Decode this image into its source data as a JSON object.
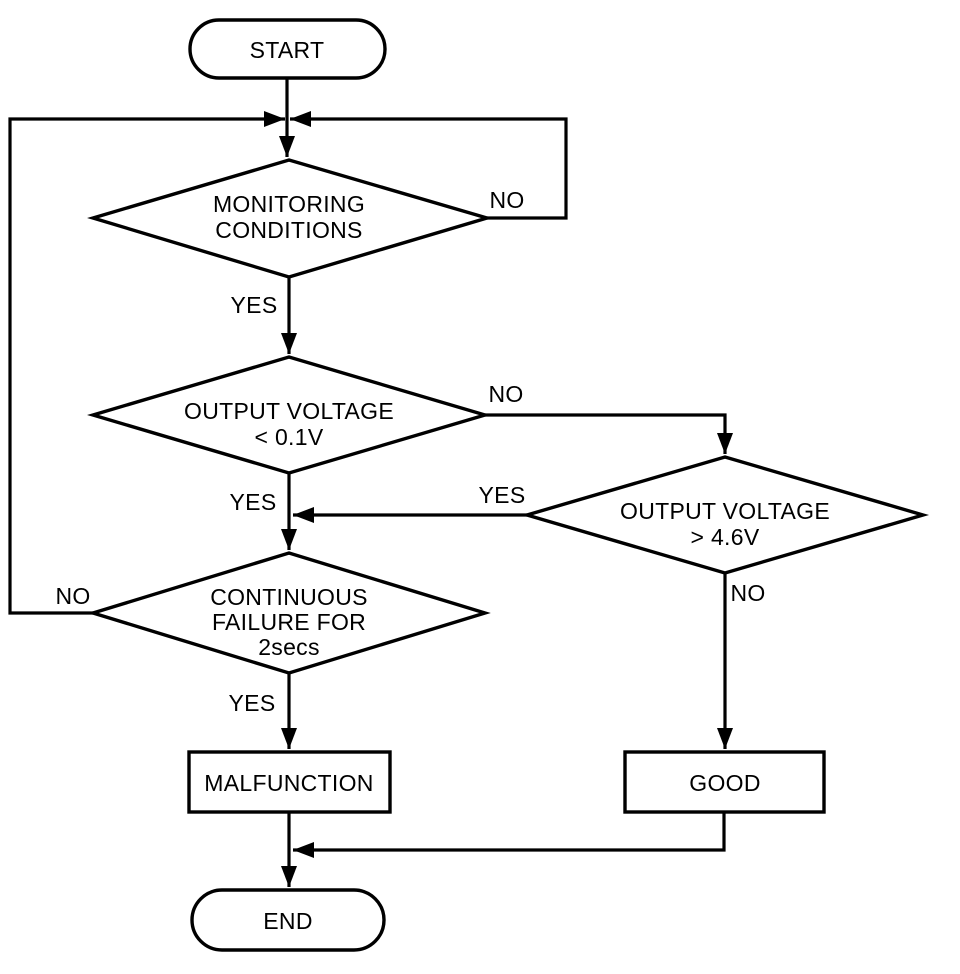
{
  "flowchart": {
    "background_color": "#ffffff",
    "line_color": "#000000",
    "nodes": {
      "start": {
        "type": "terminator",
        "label": "START"
      },
      "monitoring": {
        "type": "decision",
        "lines": [
          "MONITORING",
          "CONDITIONS"
        ]
      },
      "voltage_low": {
        "type": "decision",
        "lines": [
          "OUTPUT VOLTAGE",
          "< 0.1V"
        ]
      },
      "voltage_high": {
        "type": "decision",
        "lines": [
          "OUTPUT VOLTAGE",
          "> 4.6V"
        ]
      },
      "failure": {
        "type": "decision",
        "lines": [
          "CONTINUOUS",
          "FAILURE FOR",
          "2secs"
        ]
      },
      "malfunction": {
        "type": "process",
        "label": "MALFUNCTION"
      },
      "good": {
        "type": "process",
        "label": "GOOD"
      },
      "end": {
        "type": "terminator",
        "label": "END"
      }
    },
    "edges": {
      "start_to_monitoring": {
        "from": "start",
        "to": "monitoring",
        "label": ""
      },
      "monitoring_no": {
        "from": "monitoring",
        "to": "monitoring",
        "label": "NO"
      },
      "monitoring_yes": {
        "from": "monitoring",
        "to": "voltage_low",
        "label": "YES"
      },
      "voltage_low_no": {
        "from": "voltage_low",
        "to": "voltage_high",
        "label": "NO"
      },
      "voltage_low_yes": {
        "from": "voltage_low",
        "to": "failure",
        "label": "YES"
      },
      "voltage_high_yes": {
        "from": "voltage_high",
        "to": "failure",
        "label": "YES"
      },
      "voltage_high_no": {
        "from": "voltage_high",
        "to": "good",
        "label": "NO"
      },
      "failure_no": {
        "from": "failure",
        "to": "monitoring",
        "label": "NO"
      },
      "failure_yes": {
        "from": "failure",
        "to": "malfunction",
        "label": "YES"
      },
      "malfunction_to_end": {
        "from": "malfunction",
        "to": "end",
        "label": ""
      },
      "good_to_end": {
        "from": "good",
        "to": "end",
        "label": ""
      }
    }
  }
}
